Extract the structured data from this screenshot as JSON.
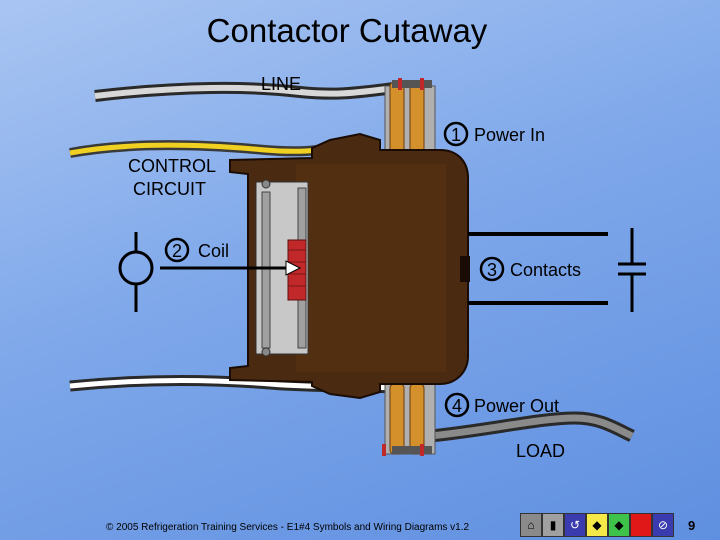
{
  "title": "Contactor Cutaway",
  "labels": {
    "line": "LINE",
    "control_line1": "CONTROL",
    "control_line2": "CIRCUIT",
    "load": "LOAD"
  },
  "callouts": [
    {
      "number": "1",
      "text": "Power In"
    },
    {
      "number": "2",
      "text": "Coil"
    },
    {
      "number": "3",
      "text": "Contacts"
    },
    {
      "number": "4",
      "text": "Power Out"
    }
  ],
  "footer": "© 2005 Refrigeration Training Services - E1#4 Symbols and Wiring Diagrams v1.2",
  "page_number": "9",
  "nav_buttons": [
    {
      "icon": "home-icon",
      "color": "#8a8a8a"
    },
    {
      "icon": "document-icon",
      "color": "#a0a0a0"
    },
    {
      "icon": "return-icon",
      "color": "#3b3bb0"
    },
    {
      "icon": "previous-icon",
      "color": "#f5e94a"
    },
    {
      "icon": "next-icon",
      "color": "#3fc24a"
    },
    {
      "icon": "stop-icon",
      "color": "#e01818"
    },
    {
      "icon": "exit-icon",
      "color": "#3b3bb0"
    }
  ],
  "colors": {
    "housing": "#4a2a10",
    "coil": "#c0282a",
    "terminal": "#d4902a",
    "control_wire": "#f0d020"
  }
}
